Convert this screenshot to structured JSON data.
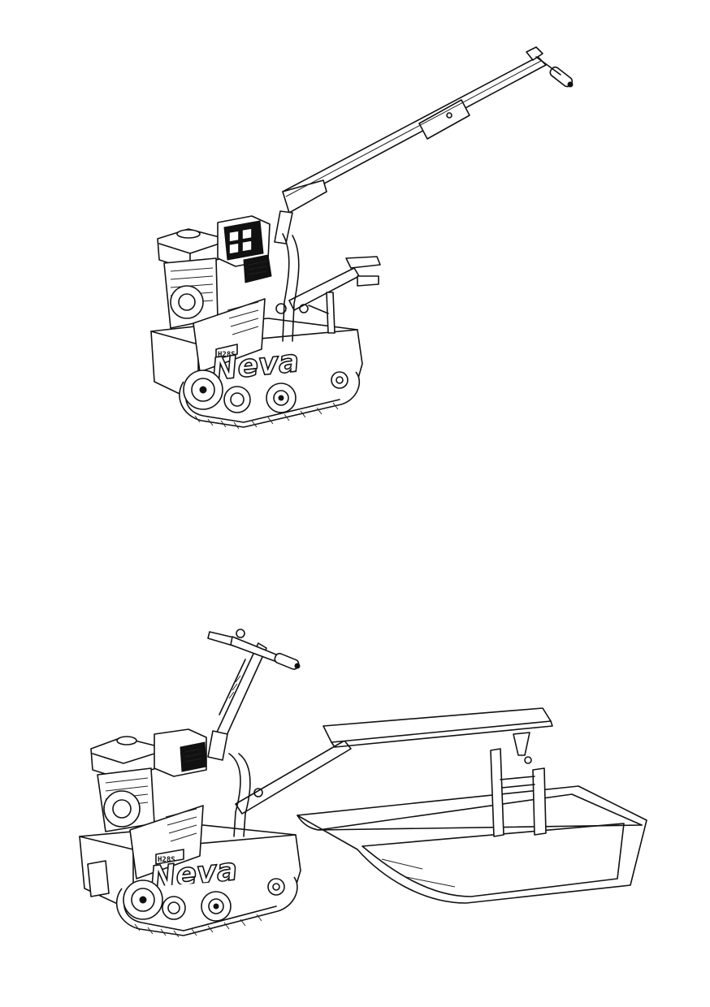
{
  "figures": [
    {
      "id": "snow-dog-tow-unit",
      "icon": "motorized-tracked-tow-unit",
      "labels": {
        "brand": "Neva",
        "model": "H28S"
      }
    },
    {
      "id": "snow-dog-with-sled",
      "icon": "tow-unit-with-seat-sled",
      "labels": {
        "brand": "Neva",
        "model": "H28S"
      }
    }
  ],
  "colors": {
    "line": "#111111",
    "background": "#ffffff"
  }
}
